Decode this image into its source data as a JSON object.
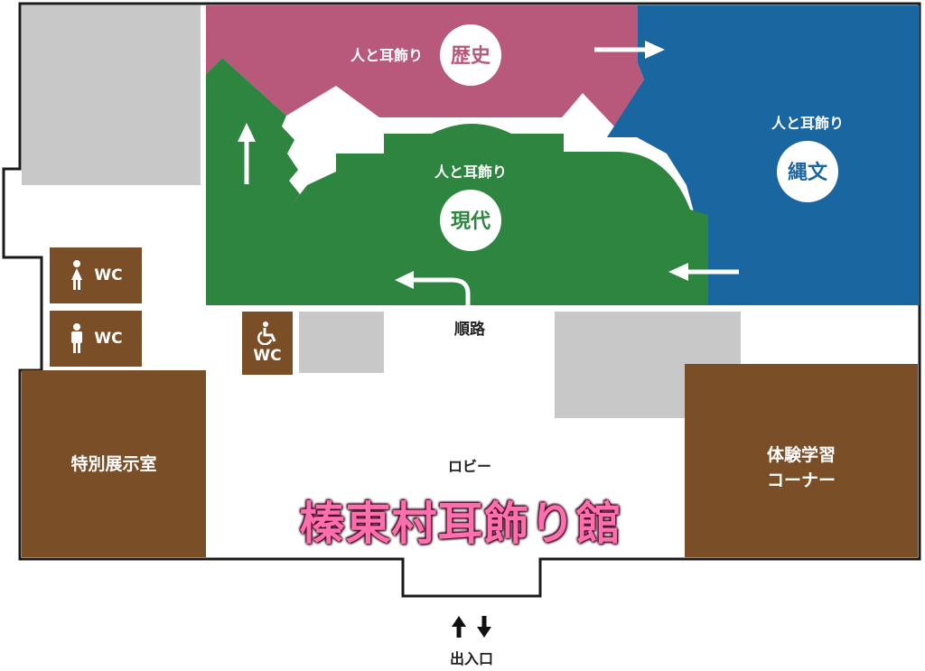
{
  "colors": {
    "history": "#b8587a",
    "jomon": "#1a66a0",
    "modern": "#2e8540",
    "brown": "#7a4f28",
    "gray": "#c8c8c8",
    "wall": "#1a1a1a",
    "title_pink": "#ff6fae"
  },
  "map": {
    "title": "榛東村耳飾り館",
    "exhibits": {
      "history": {
        "subtitle": "人と耳飾り",
        "name": "歴史"
      },
      "jomon": {
        "subtitle": "人と耳飾り",
        "name": "縄文"
      },
      "modern": {
        "subtitle": "人と耳飾り",
        "name": "現代"
      }
    },
    "route_label": "順路",
    "lobby_label": "ロビー",
    "special_exhibit": "特別展示室",
    "learning_corner_line1": "体験学習",
    "learning_corner_line2": "コーナー",
    "wc_women": "WC",
    "wc_men": "WC",
    "wc_accessible": "WC",
    "entrance": "出入口"
  },
  "icons": [
    "women-icon",
    "men-icon",
    "wheelchair-icon",
    "arrow-right-icon",
    "arrow-left-icon",
    "arrow-up-icon",
    "route-arrow-icon",
    "entrance-arrows-icon"
  ]
}
